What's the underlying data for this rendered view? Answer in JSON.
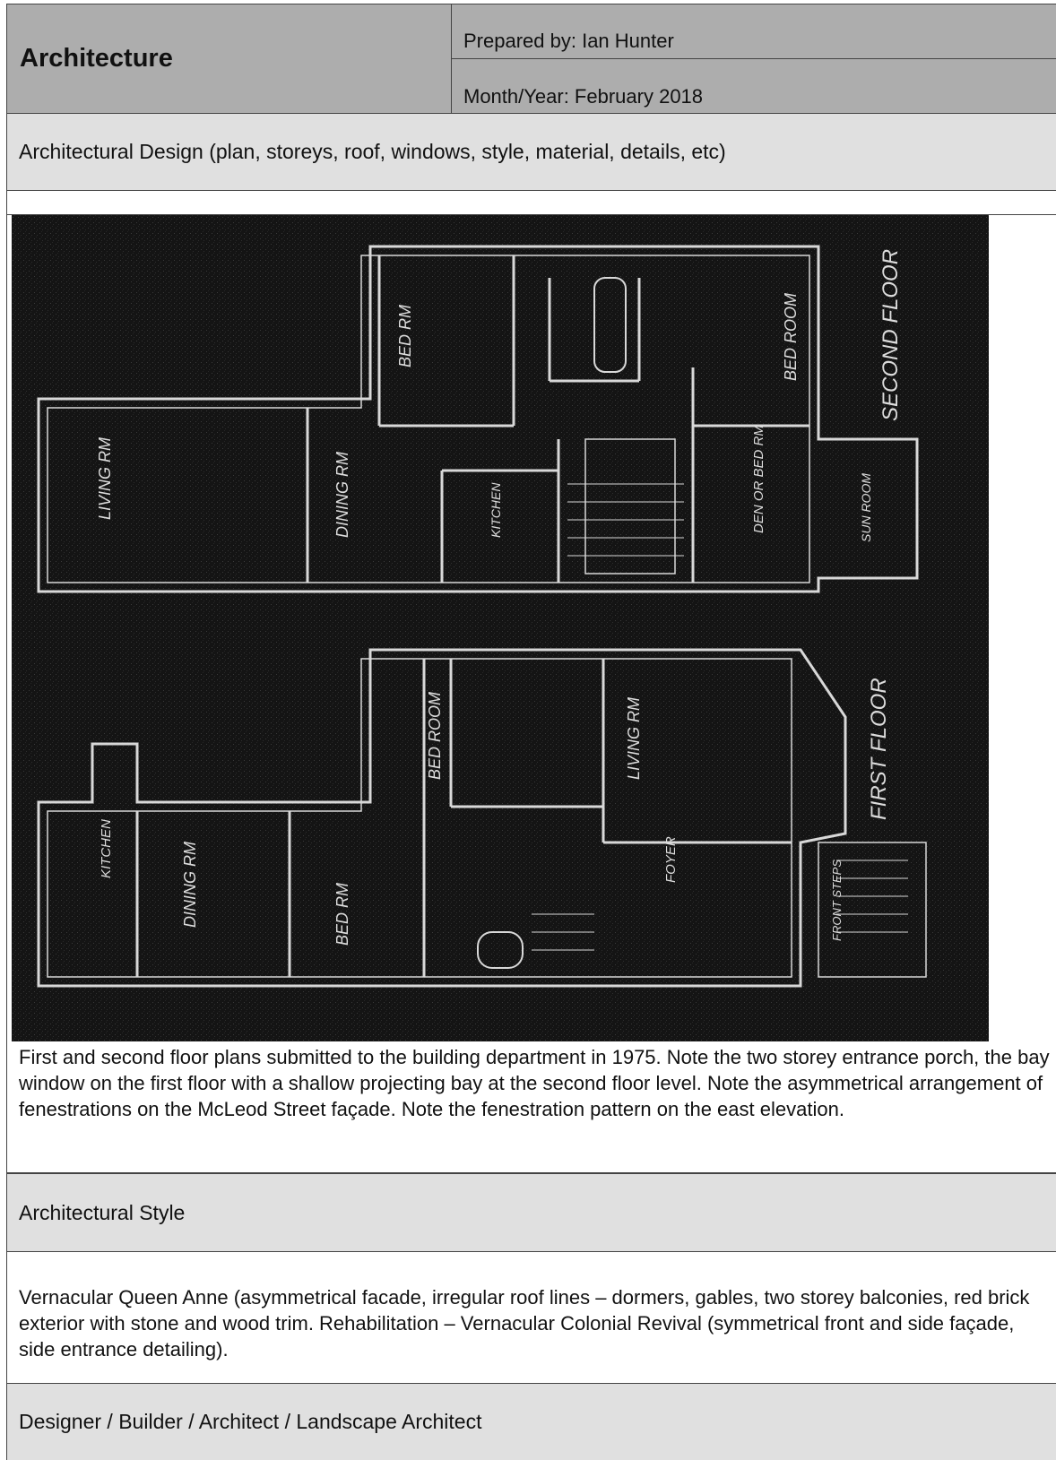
{
  "header": {
    "section_title": "Architecture",
    "prepared_by": "Prepared by: Ian Hunter",
    "month_year": "Month/Year: February 2018"
  },
  "design": {
    "label": "Architectural Design (plan, storeys, roof, windows, style, material, details, etc)",
    "plan_labels": {
      "second_floor": "SECOND FLOOR",
      "first_floor": "FIRST FLOOR",
      "bed_rm": "BED RM",
      "bed_room": "BED ROOM",
      "living_rm": "LIVING RM",
      "dining_rm": "DINING RM",
      "kitchen": "KITCHEN",
      "den": "DEN OR BED RM",
      "sun_room": "SUN ROOM",
      "foyer": "FOYER",
      "front_steps": "FRONT STEPS"
    },
    "caption": "First and second floor plans submitted to the building department in 1975. Note the two storey entrance porch, the bay window on the first floor with a shallow projecting bay at the second floor level. Note the asymmetrical arrangement of fenestrations on the McLeod Street façade. Note the fenestration pattern on the east elevation."
  },
  "style": {
    "label": "Architectural Style",
    "text": "Vernacular Queen Anne (asymmetrical facade, irregular roof lines – dormers, gables, two storey balconies, red brick exterior with stone and wood trim. Rehabilitation – Vernacular Colonial Revival (symmetrical front and side façade, side entrance detailing)."
  },
  "designer": {
    "label": "Designer / Builder / Architect / Landscape Architect"
  }
}
